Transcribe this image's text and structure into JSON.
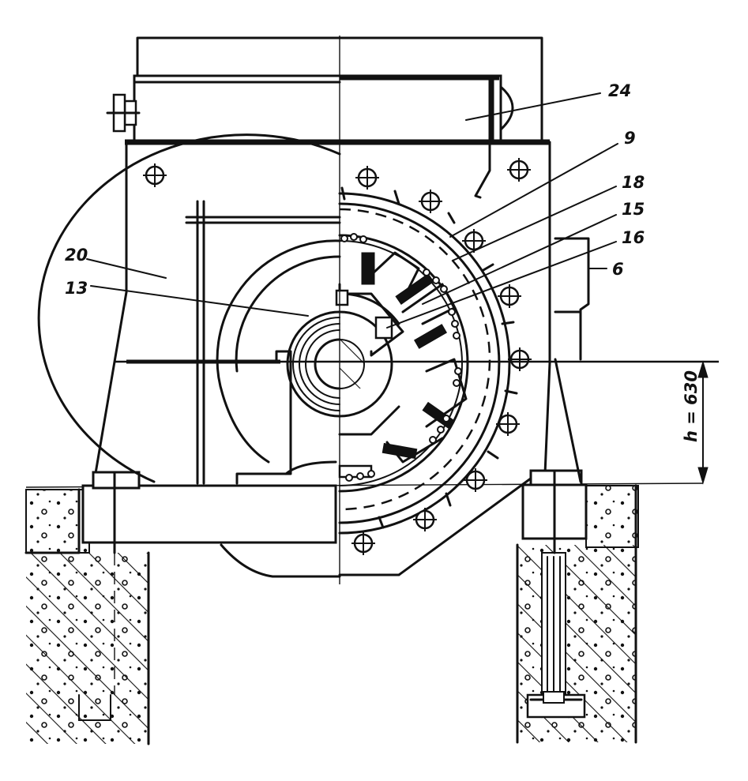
{
  "callouts": [
    {
      "id": "24",
      "text": "24"
    },
    {
      "id": "9",
      "text": "9"
    },
    {
      "id": "18",
      "text": "18"
    },
    {
      "id": "15",
      "text": "15"
    },
    {
      "id": "16",
      "text": "16"
    },
    {
      "id": "6",
      "text": "6"
    },
    {
      "id": "20",
      "text": "20"
    },
    {
      "id": "13",
      "text": "13"
    }
  ],
  "dimension": {
    "text": "h = 630"
  }
}
